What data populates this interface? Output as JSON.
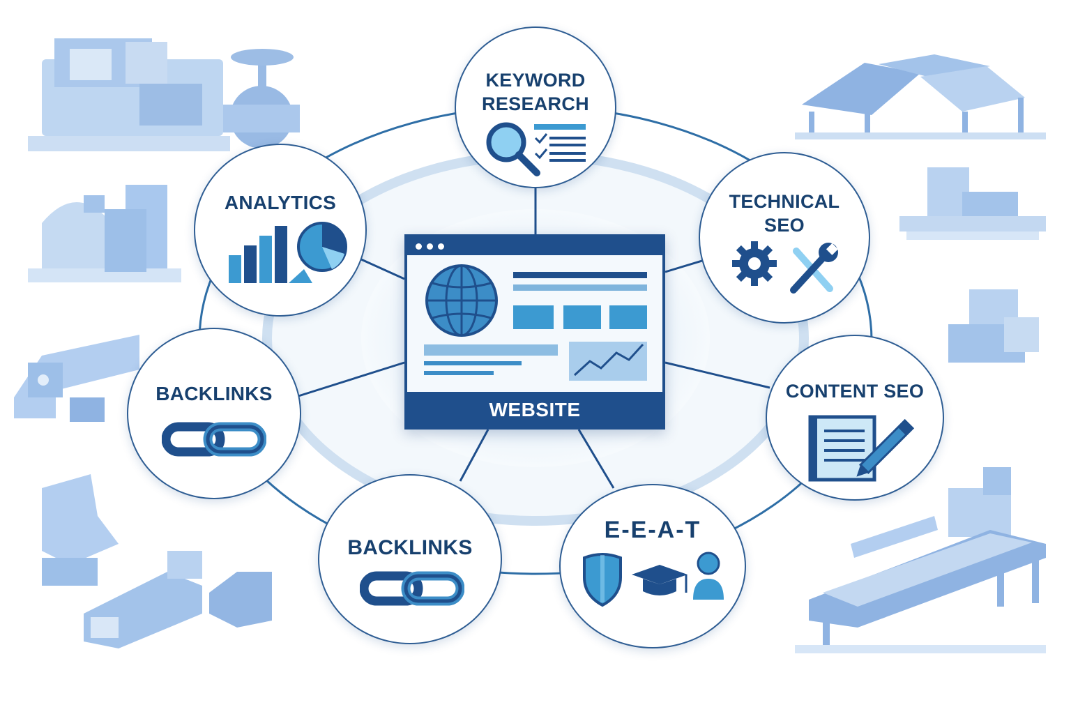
{
  "center": {
    "label": "WEBSITE"
  },
  "nodes": {
    "keyword_research": {
      "line1": "KEYWORD",
      "line2": "RESEARCH",
      "icon": "magnifier-checklist-icon"
    },
    "technical_seo": {
      "line1": "TECHNICAL",
      "line2": "SEO",
      "icon": "gear-wrench-icon"
    },
    "content_seo": {
      "line1": "CONTENT SEO",
      "icon": "document-pencil-icon"
    },
    "eeat": {
      "line1": "E-E-A-T",
      "icon": "shield-graduation-person-icon"
    },
    "backlinks_bottom": {
      "line1": "BACKLINKS",
      "icon": "chain-link-icon"
    },
    "backlinks_left": {
      "line1": "BACKLINKS",
      "icon": "chain-link-icon"
    },
    "analytics": {
      "line1": "ANALYTICS",
      "icon": "bar-pie-chart-icon"
    }
  },
  "decor": [
    "cnc-machine-valve",
    "industrial-building",
    "machine-parts",
    "mechanical-components",
    "solar-panel-structure",
    "stacked-boxes-pallet",
    "stacked-boxes",
    "conveyor-belt"
  ],
  "colors": {
    "primary": "#1f4f8c",
    "accent": "#3c8dc7",
    "light": "#a9c8e8",
    "ring": "#2e6ea6"
  }
}
